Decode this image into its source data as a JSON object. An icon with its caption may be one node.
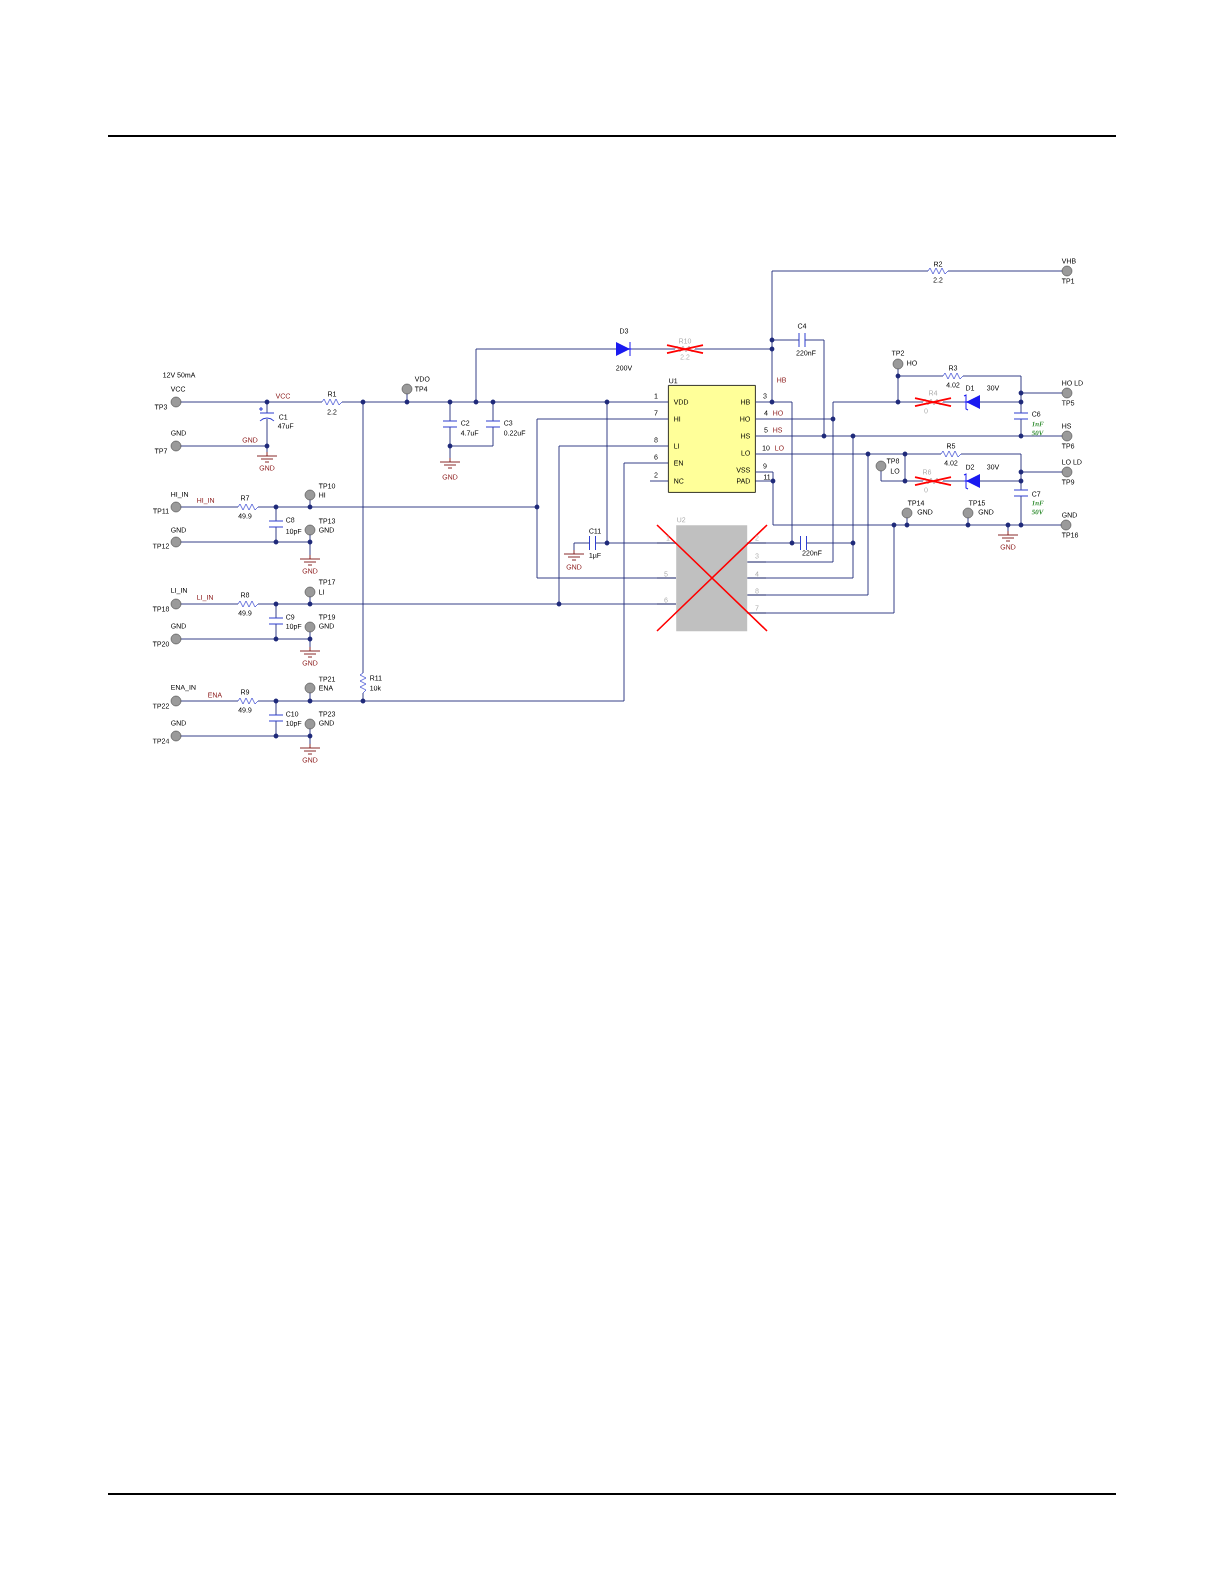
{
  "diagram": {
    "nodes": [
      {
        "text": [
          "VDD",
          "HI",
          "LI",
          "EN",
          "NC",
          "HB",
          "HO",
          "HS",
          "LO",
          "VSS",
          "PAD"
        ],
        "beside": [
          "U1"
        ]
      },
      {
        "text": [],
        "shape": "box",
        "beside": [
          "U2"
        ]
      }
    ],
    "edges": [
      {
        "from": 0,
        "to": 1,
        "arrow": "none"
      },
      {
        "from": 0,
        "to": 1,
        "arrow": "none"
      },
      {
        "from": 0,
        "to": 1,
        "arrow": "none"
      },
      {
        "from": 0,
        "to": 1,
        "arrow": "none"
      },
      {
        "from": 0,
        "to": 1,
        "arrow": "none"
      },
      {
        "from": 0,
        "to": 1,
        "arrow": "none"
      },
      {
        "from": 0,
        "to": 1,
        "arrow": "none"
      },
      {
        "from": 0,
        "to": 1,
        "arrow": "none"
      }
    ],
    "labels": [
      "R2",
      "VHB",
      "2.2",
      "TP1",
      "D3",
      "C4",
      "R10",
      "2.2",
      "220nF",
      "TP2",
      "200V",
      "HO",
      "R3",
      "12V 50mA",
      "VCC",
      "VDO",
      "TP4",
      "HB",
      "4.02",
      "D1",
      "30V",
      "HO LD",
      "VCC",
      "R1",
      "1",
      "3",
      "R4",
      "TP3",
      "TP5",
      "C1",
      "2.2",
      "7",
      "4",
      "HO",
      "0",
      "C6",
      "47uF",
      "C2",
      "C3",
      "1nF",
      "HS",
      "GND",
      "4.7uF",
      "0.22uF",
      "5",
      "HS",
      "50V",
      "GND",
      "8",
      "TP7",
      "10",
      "LO",
      "R5",
      "TP6",
      "6",
      "GND",
      "GND",
      "2",
      "9",
      "11",
      "TP8",
      "LO",
      "R6",
      "4.02",
      "D2",
      "30V",
      "LO LD",
      "TP10",
      "TP9",
      "HI_IN",
      "HI_IN",
      "R7",
      "HI",
      "TP14",
      "0",
      "TP15",
      "C7",
      "1nF",
      "TP11",
      "49.9",
      "C8",
      "TP13",
      "GND",
      "GND",
      "50V",
      "GND",
      "GND",
      "10pF",
      "GND",
      "C11",
      "1",
      "2",
      "TP16",
      "TP12",
      "GND",
      "1µF",
      "3",
      "220nF",
      "GND",
      "GND",
      "5",
      "4",
      "TP17",
      "LI_IN",
      "LI_IN",
      "R8",
      "LI",
      "6",
      "8",
      "TP18",
      "49.9",
      "C9",
      "TP19",
      "7",
      "GND",
      "10pF",
      "GND",
      "TP20",
      "GND",
      "TP21",
      "R11",
      "ENA_IN",
      "ENA",
      "R9",
      "ENA",
      "10k",
      "TP22",
      "49.9",
      "C10",
      "TP23",
      "GND",
      "10pF",
      "GND",
      "TP24",
      "GND"
    ]
  }
}
